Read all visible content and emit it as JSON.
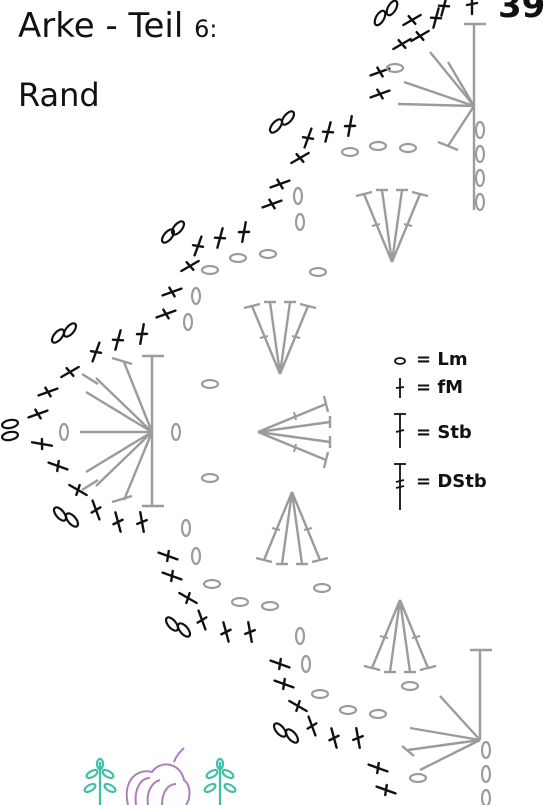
{
  "header": {
    "title_main": "Arke - Teil ",
    "title_number": "6:",
    "subtitle": "Rand",
    "page_number": "39"
  },
  "legend": [
    {
      "symbol": "chain",
      "text": "= Lm"
    },
    {
      "symbol": "single-crochet",
      "text": "= fM"
    },
    {
      "symbol": "double-crochet",
      "text": "= Stb"
    },
    {
      "symbol": "treble-crochet",
      "text": "= DStb"
    }
  ],
  "colors": {
    "ink": "#111111",
    "pattern_gray": "#9b9b9b",
    "yarn_purple": "#b07cc0",
    "leaf_teal": "#3fbfa6"
  }
}
